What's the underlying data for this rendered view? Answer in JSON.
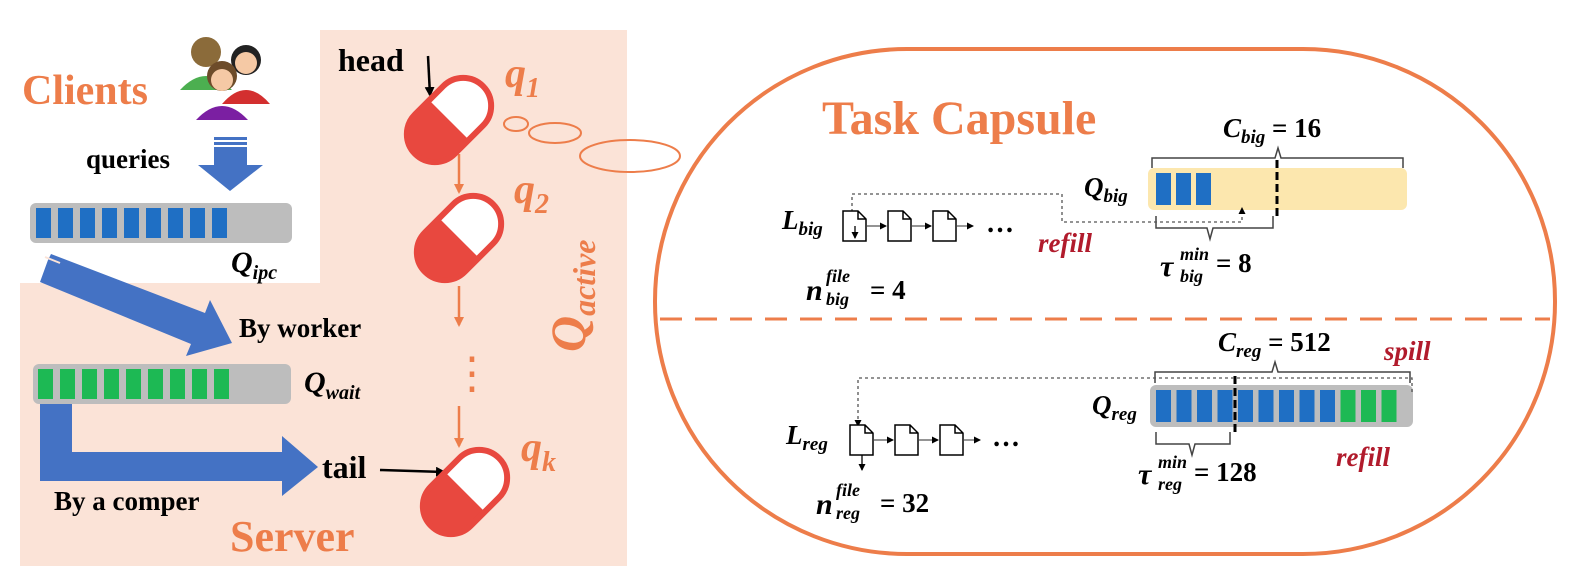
{
  "colors": {
    "orange": "#ED7D4A",
    "panel_bg": "#FBE3D7",
    "blue": "#1F6FC4",
    "green": "#1DB954",
    "gray": "#BDBDBD",
    "capsule_red": "#E8483F",
    "dark_red": "#B11B2C",
    "yellow": "#FCE7AE"
  },
  "left": {
    "clients": "Clients",
    "queries": "queries",
    "q_ipc_main": "Q",
    "q_ipc_sub": "ipc",
    "by_worker": "By worker",
    "q_wait_main": "Q",
    "q_wait_sub": "wait",
    "by_comper": "By a comper",
    "server": "Server",
    "head": "head",
    "tail": "tail",
    "ipc_blue_count": 9,
    "wait_green_count": 9,
    "clients_icon": "user-group-icon"
  },
  "queue": {
    "q1_main": "q",
    "q1_sub": "1",
    "q2_main": "q",
    "q2_sub": "2",
    "qk_main": "q",
    "qk_sub": "k",
    "dots": "⋮",
    "q_active_main": "Q",
    "q_active_sub": "active",
    "capsule_icon": "pill-icon"
  },
  "capsule": {
    "title": "Task Capsule",
    "top": {
      "c_big_main": "C",
      "c_big_sub": "big",
      "c_big_val": " = 16",
      "q_big_main": "Q",
      "q_big_sub": "big",
      "l_big_main": "L",
      "l_big_sub": "big",
      "refill": "refill",
      "tau_main": "τ",
      "tau_sup": "min",
      "tau_sub": "big",
      "tau_val": "= 8",
      "n_main": "n",
      "n_sup": "file",
      "n_sub": "big",
      "n_val": "= 4",
      "ellipsis": "…",
      "blue_count": 3
    },
    "bottom": {
      "c_reg_main": "C",
      "c_reg_sub": "reg",
      "c_reg_val": " = 512",
      "spill": "spill",
      "q_reg_main": "Q",
      "q_reg_sub": "reg",
      "l_reg_main": "L",
      "l_reg_sub": "reg",
      "refill": "refill",
      "tau_main": "τ",
      "tau_sup": "min",
      "tau_sub": "reg",
      "tau_val": "= 128",
      "n_main": "n",
      "n_sup": "file",
      "n_sub": "reg",
      "n_val": "= 32",
      "ellipsis": "…",
      "blue_count": 9,
      "green_count": 3
    }
  }
}
